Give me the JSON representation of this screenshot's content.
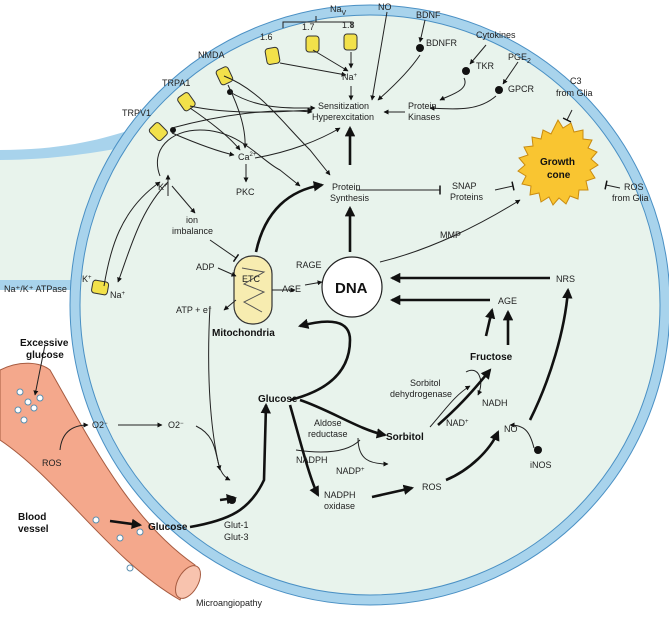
{
  "labels": {
    "nav": "Na",
    "nav_sub": "V",
    "nav_16": "1.6",
    "nav_17": "1.7",
    "nav_18": "1.8",
    "no_top": "NO",
    "bdnf": "BDNF",
    "bdnfr": "BDNFR",
    "cytokines": "Cytokines",
    "tkr": "TKR",
    "pge2": "PGE",
    "pge2_sub": "2",
    "gpcr": "GPCR",
    "c3": "C3",
    "from_glia": "from Glia",
    "nmda": "NMDA",
    "trpa1": "TRPA1",
    "trpv1": "TRPV1",
    "na_plus": "Na",
    "sensitization": "Sensitization",
    "hyperexcitation": "Hyperexcitation",
    "protein": "Protein",
    "kinases": "Kinases",
    "ca": "Ca",
    "ca_sup": "2+",
    "pkc": "PKC",
    "k_plus": "K",
    "ion": "ion",
    "imbalance": "imbalance",
    "protein_synthesis_1": "Protein",
    "protein_synthesis_2": "Synthesis",
    "snap_1": "SNAP",
    "snap_2": "Proteins",
    "growth_1": "Growth",
    "growth_2": "cone",
    "ros": "ROS",
    "atpase": "Na⁺/K⁺ ATPase",
    "k_pump": "K",
    "na_pump": "Na",
    "adp": "ADP",
    "etc": "ETC",
    "atp": "ATP + e",
    "mitochondria": "Mitochondria",
    "rage": "RAGE",
    "age": "AGE",
    "dna": "DNA",
    "mmp": "MMP",
    "nrs": "NRS",
    "age_right": "AGE",
    "fructose": "Fructose",
    "sorbitol_dh_1": "Sorbitol",
    "sorbitol_dh_2": "dehydrogenase",
    "nadh": "NADH",
    "nad": "NAD",
    "sorbitol": "Sorbitol",
    "no_mid": "NO",
    "inos": "iNOS",
    "glucose_in": "Glucose",
    "aldose_1": "Aldose",
    "aldose_2": "reductase",
    "nadph": "NADPH",
    "nadp": "NADP",
    "nadph_ox_1": "NADPH",
    "nadph_ox_2": "oxidase",
    "ros_mid": "ROS",
    "o2_left": "O2",
    "o2_right": "O2",
    "excessive_1": "Excessive",
    "excessive_2": "glucose",
    "ros_vessel": "ROS",
    "blood_1": "Blood",
    "blood_2": "vessel",
    "glucose_out": "Glucose",
    "glut1": "Glut-1",
    "glut3": "Glut-3",
    "microangiopathy": "Microangiopathy"
  },
  "colors": {
    "membrane": "#a8d3ec",
    "membrane_line": "#4a90c4",
    "cytoplasm": "#e8f3ec",
    "channel": "#f2e14a",
    "growth_cone": "#f9c531",
    "vessel": "#f4a88c",
    "mito": "#f7ecb0"
  }
}
